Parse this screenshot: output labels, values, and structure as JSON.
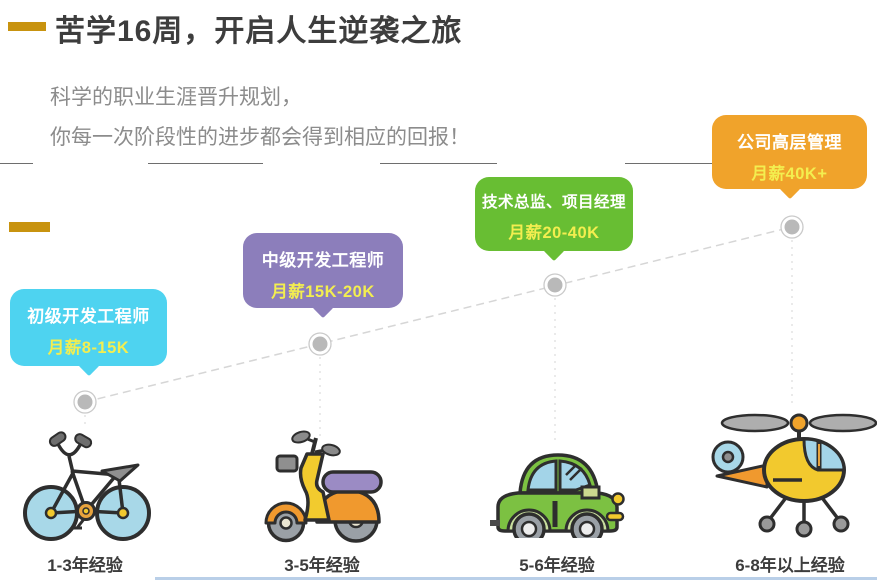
{
  "header": {
    "title": "苦学16周，开启人生逆袭之旅",
    "subtitle_line1": "科学的职业生涯晋升规划，",
    "subtitle_line2": "你每一次阶段性的进步都会得到相应的回报！"
  },
  "colors": {
    "accent_gold": "#C8930F",
    "title_text": "#3D3D3D",
    "subtitle_text": "#8C8C8C",
    "salary_text": "#F3EE4F",
    "dashed_line_gray": "#D6D6D6",
    "marker_gray": "#B9B9B9",
    "experience_text": "#3C3C3C",
    "bottom_line_blue": "#B9CFE8"
  },
  "stages": [
    {
      "role": "初级开发工程师",
      "salary": "月薪8-15K",
      "experience": "1-3年经验",
      "bubble_color": "#4ED3F0",
      "vehicle_icon": "bicycle-icon"
    },
    {
      "role": "中级开发工程师",
      "salary": "月薪15K-20K",
      "experience": "3-5年经验",
      "bubble_color": "#8C7EBB",
      "vehicle_icon": "scooter-icon"
    },
    {
      "role": "技术总监、项目经理",
      "salary": "月薪20-40K",
      "experience": "5-6年经验",
      "bubble_color": "#68BE33",
      "vehicle_icon": "car-icon"
    },
    {
      "role": "公司高层管理",
      "salary": "月薪40K+",
      "experience": "6-8年以上经验",
      "bubble_color": "#F0A32B",
      "vehicle_icon": "helicopter-icon"
    }
  ]
}
